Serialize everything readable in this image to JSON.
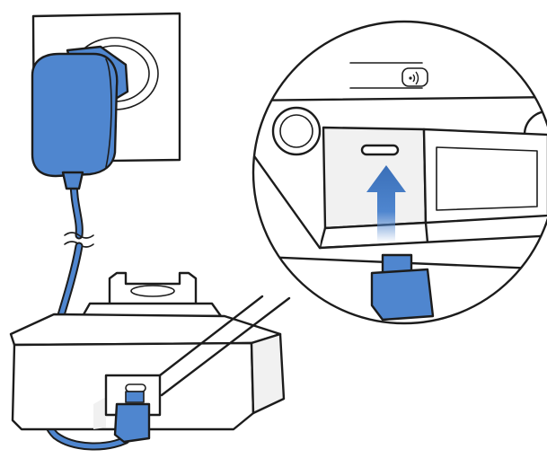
{
  "colors": {
    "accent_blue": "#4f86cf",
    "accent_blue_dark": "#3a6fb8",
    "line": "#1c1c1c",
    "background": "#ffffff",
    "shade": "#f1f1f1"
  },
  "icons": {
    "indicator": "signal-waves-icon"
  },
  "components": [
    "wall-plate",
    "power-adapter",
    "power-cable",
    "charging-base",
    "usb-c-plug",
    "magnified-detail-view",
    "insert-direction-arrow"
  ]
}
